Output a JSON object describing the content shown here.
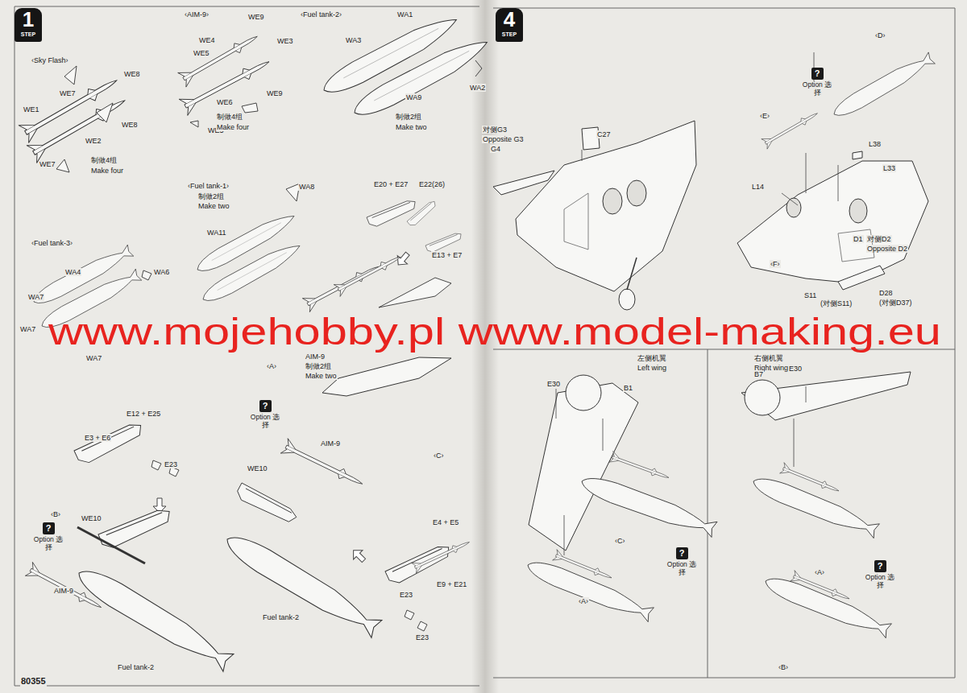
{
  "diagram": {
    "nodes": [
      {
        "text": [
          "1",
          "STEP"
        ]
      },
      {
        "text": [
          "?",
          "Option 选择"
        ]
      },
      {
        "text": [
          "?",
          "Option 选择"
        ]
      },
      {
        "text": [
          "4",
          "STEP"
        ]
      },
      {
        "text": [
          "?",
          "Option 选择"
        ]
      },
      {
        "text": [
          "?",
          "Option 选择"
        ]
      },
      {
        "text": [
          "?",
          "Option 选择"
        ]
      }
    ],
    "labels": [
      "‹Sky Flash›",
      "WE8",
      "WE7",
      "WE1",
      "WE8",
      "WE2",
      "WE7",
      "制做4组",
      "Make four",
      "‹AIM-9›",
      "WE9",
      "WE4",
      "WE5",
      "WE3",
      "WE6",
      "WE9",
      "WE5",
      "制做4组",
      "Make four",
      "‹Fuel tank-2›",
      "WA1",
      "WA3",
      "WA2",
      "WA9",
      "制做2组",
      "Make two",
      "‹Fuel tank-1›",
      "制做2组",
      "Make two",
      "WA8",
      "WA11",
      "E20 + E27",
      "E22(26)",
      "E13 + E7",
      "‹Fuel tank-3›",
      "WA4",
      "WA6",
      "WA7",
      "WA7",
      "WA7",
      "‹A›",
      "AIM-9",
      "制做2组",
      "Make two",
      "www.mojehobby.pl www.model-making.eu",
      "E12 + E25",
      "E3 + E6",
      "E23",
      "AIM-9",
      "WE10",
      "‹C›",
      "‹B›",
      "WE10",
      "AIM-9",
      "Fuel tank-2",
      "Fuel tank-2",
      "E4 + E5",
      "E9 + E21",
      "E23",
      "E23",
      "80355",
      "对侧G3",
      "Opposite G3",
      "G4",
      "C27",
      "‹D›",
      "‹E›",
      "L38",
      "L33",
      "L14",
      "D1",
      "对侧D2",
      "Opposite D2",
      "‹F›",
      "S11",
      "(对侧S11)",
      "D28",
      "(对侧D37)",
      "左侧机翼",
      "Left wing",
      "右侧机翼",
      "Right wing",
      "E30",
      "B1",
      "B7",
      "E30",
      "‹C›",
      "‹A›",
      "‹A›",
      "‹B›"
    ]
  }
}
